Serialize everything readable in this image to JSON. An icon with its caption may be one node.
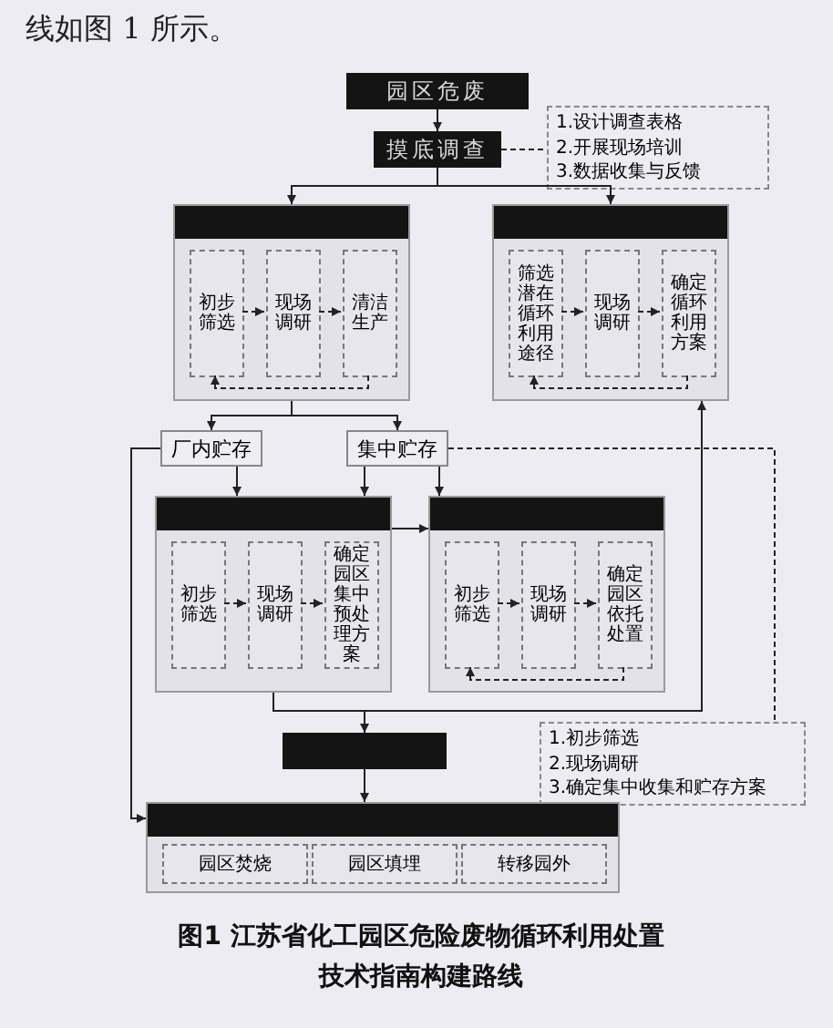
{
  "diagram": {
    "caption": "图1 江苏省化工园区危险废物循环利用处置技术指南构建路线",
    "nodes": [
      {
        "text": [
          "园区危废"
        ]
      },
      {
        "text": [
          "摸底调查"
        ]
      },
      {
        "text": [
          "1.设计调查表格",
          "2.开展现场培训",
          "3.数据收集与反馈"
        ]
      },
      {
        "text": [],
        "shape": "box"
      },
      {
        "text": [
          "初步筛选"
        ],
        "in": 3
      },
      {
        "text": [
          "现场调研"
        ],
        "in": 3
      },
      {
        "text": [
          "清洁生产"
        ],
        "in": 3
      },
      {
        "text": [],
        "shape": "box"
      },
      {
        "text": [
          "筛选潜在循环利用途径"
        ],
        "in": 7
      },
      {
        "text": [
          "现场调研"
        ],
        "in": 7
      },
      {
        "text": [
          "确定循环利用方案"
        ],
        "in": 7
      },
      {
        "text": [
          "厂内贮存"
        ]
      },
      {
        "text": [
          "集中贮存"
        ]
      },
      {
        "text": [],
        "shape": "box"
      },
      {
        "text": [
          "初步筛选"
        ],
        "in": 13
      },
      {
        "text": [
          "现场调研"
        ],
        "in": 13
      },
      {
        "text": [
          "确定园区集中预处理方案"
        ],
        "in": 13
      },
      {
        "text": [],
        "shape": "box"
      },
      {
        "text": [
          "初步筛选"
        ],
        "in": 17
      },
      {
        "text": [
          "现场调研"
        ],
        "in": 17
      },
      {
        "text": [
          "确定园区依托处置"
        ],
        "in": 17
      },
      {
        "text": [],
        "shape": "box"
      },
      {
        "text": [
          "1.初步筛选",
          "2.现场调研",
          "3.确定集中收集和贮存方案"
        ]
      },
      {
        "text": [],
        "shape": "box"
      },
      {
        "text": [
          "园区焚烧"
        ],
        "in": 23
      },
      {
        "text": [
          "园区填埋"
        ],
        "in": 23
      },
      {
        "text": [
          "转移园外"
        ],
        "in": 23
      }
    ],
    "edges": [
      {
        "from": 0,
        "to": 1,
        "arrow": "to"
      },
      {
        "from": 1,
        "to": 2,
        "arrow": "none",
        "style": "dashed"
      },
      {
        "from": 1,
        "to": 3,
        "arrow": "to"
      },
      {
        "from": 1,
        "to": 7,
        "arrow": "to"
      },
      {
        "from": 4,
        "to": 5,
        "arrow": "to",
        "style": "dashed"
      },
      {
        "from": 5,
        "to": 6,
        "arrow": "to",
        "style": "dashed"
      },
      {
        "from": 6,
        "to": 4,
        "arrow": "to",
        "style": "dashed"
      },
      {
        "from": 8,
        "to": 9,
        "arrow": "to",
        "style": "dashed"
      },
      {
        "from": 9,
        "to": 10,
        "arrow": "to",
        "style": "dashed"
      },
      {
        "from": 10,
        "to": 8,
        "arrow": "to",
        "style": "dashed"
      },
      {
        "from": 3,
        "to": 11,
        "arrow": "to"
      },
      {
        "from": 3,
        "to": 12,
        "arrow": "to"
      },
      {
        "from": 11,
        "to": 13,
        "arrow": "to"
      },
      {
        "from": 12,
        "to": 13,
        "arrow": "to"
      },
      {
        "from": 12,
        "to": 17,
        "arrow": "to"
      },
      {
        "from": 11,
        "to": 23,
        "arrow": "to"
      },
      {
        "from": 12,
        "to": 22,
        "arrow": "none",
        "style": "dashed"
      },
      {
        "from": 13,
        "to": 17,
        "arrow": "to"
      },
      {
        "from": 14,
        "to": 15,
        "arrow": "to",
        "style": "dashed"
      },
      {
        "from": 15,
        "to": 16,
        "arrow": "to",
        "style": "dashed"
      },
      {
        "from": 18,
        "to": 19,
        "arrow": "to",
        "style": "dashed"
      },
      {
        "from": 19,
        "to": 20,
        "arrow": "to",
        "style": "dashed"
      },
      {
        "from": 20,
        "to": 18,
        "arrow": "to",
        "style": "dashed"
      },
      {
        "from": 13,
        "to": 21,
        "arrow": "to"
      },
      {
        "from": 13,
        "to": 7,
        "arrow": "to"
      },
      {
        "from": 21,
        "to": 23,
        "arrow": "to"
      }
    ],
    "labels": [
      "线如图 1 所示。"
    ]
  }
}
